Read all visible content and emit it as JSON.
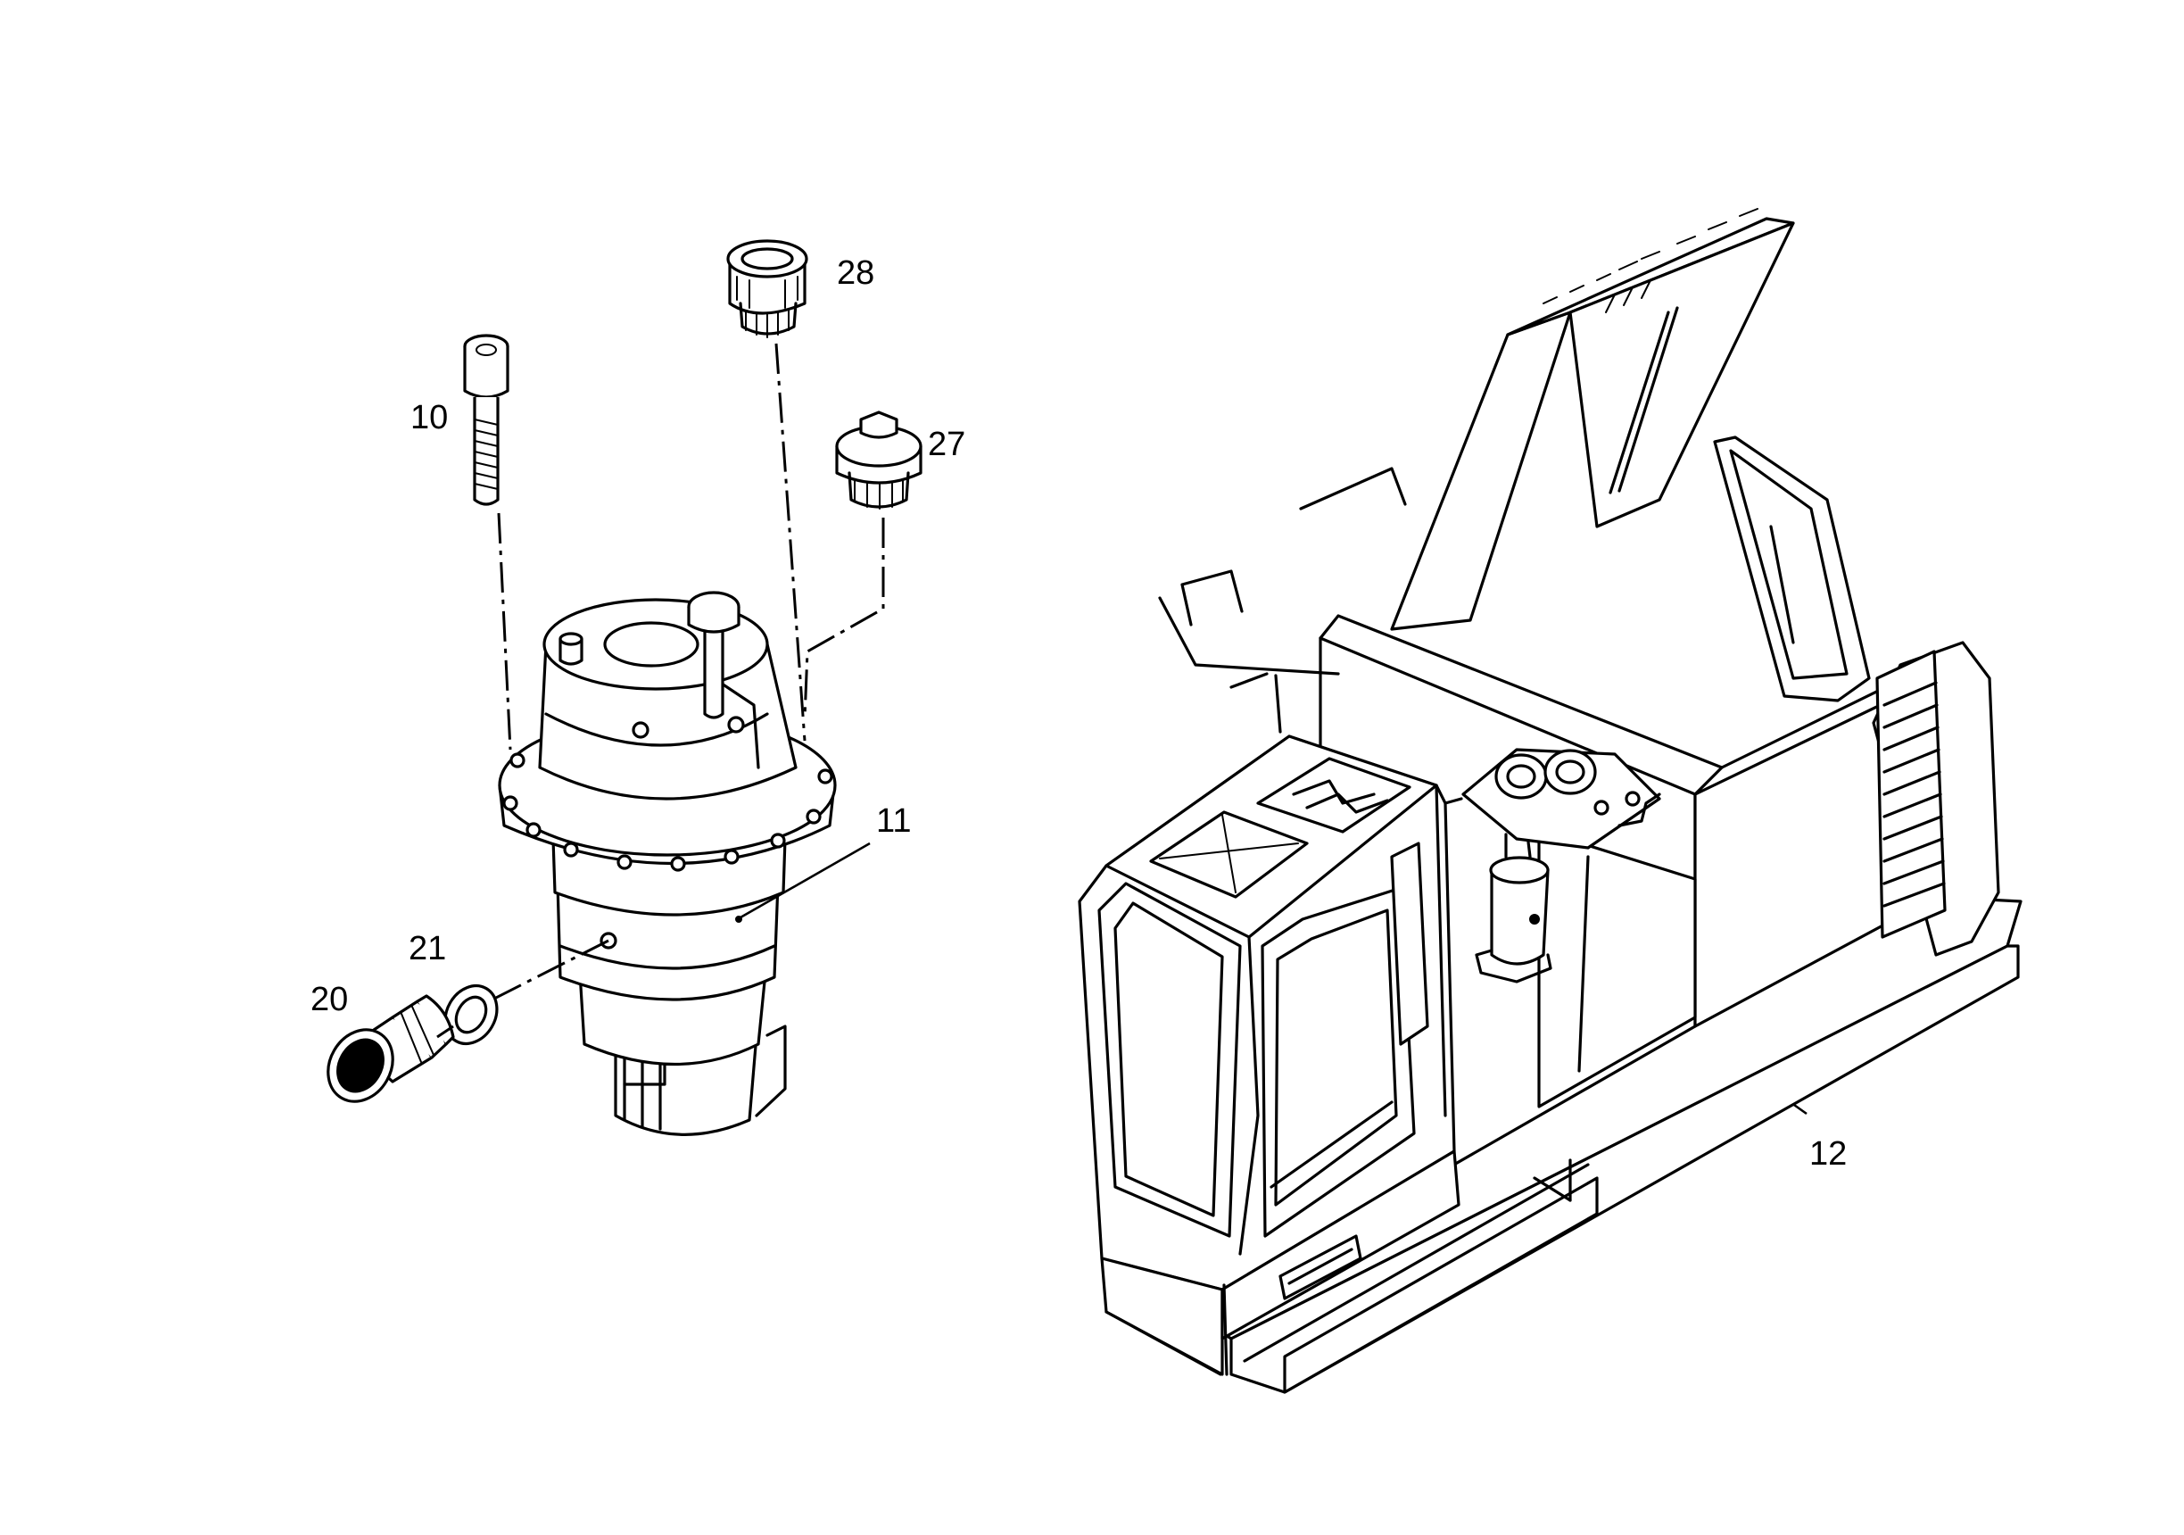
{
  "callouts": {
    "c10": "10",
    "c11": "11",
    "c12": "12",
    "c20": "20",
    "c21": "21",
    "c27": "27",
    "c28": "28"
  },
  "colors": {
    "line": "#000000",
    "background": "#ffffff"
  }
}
